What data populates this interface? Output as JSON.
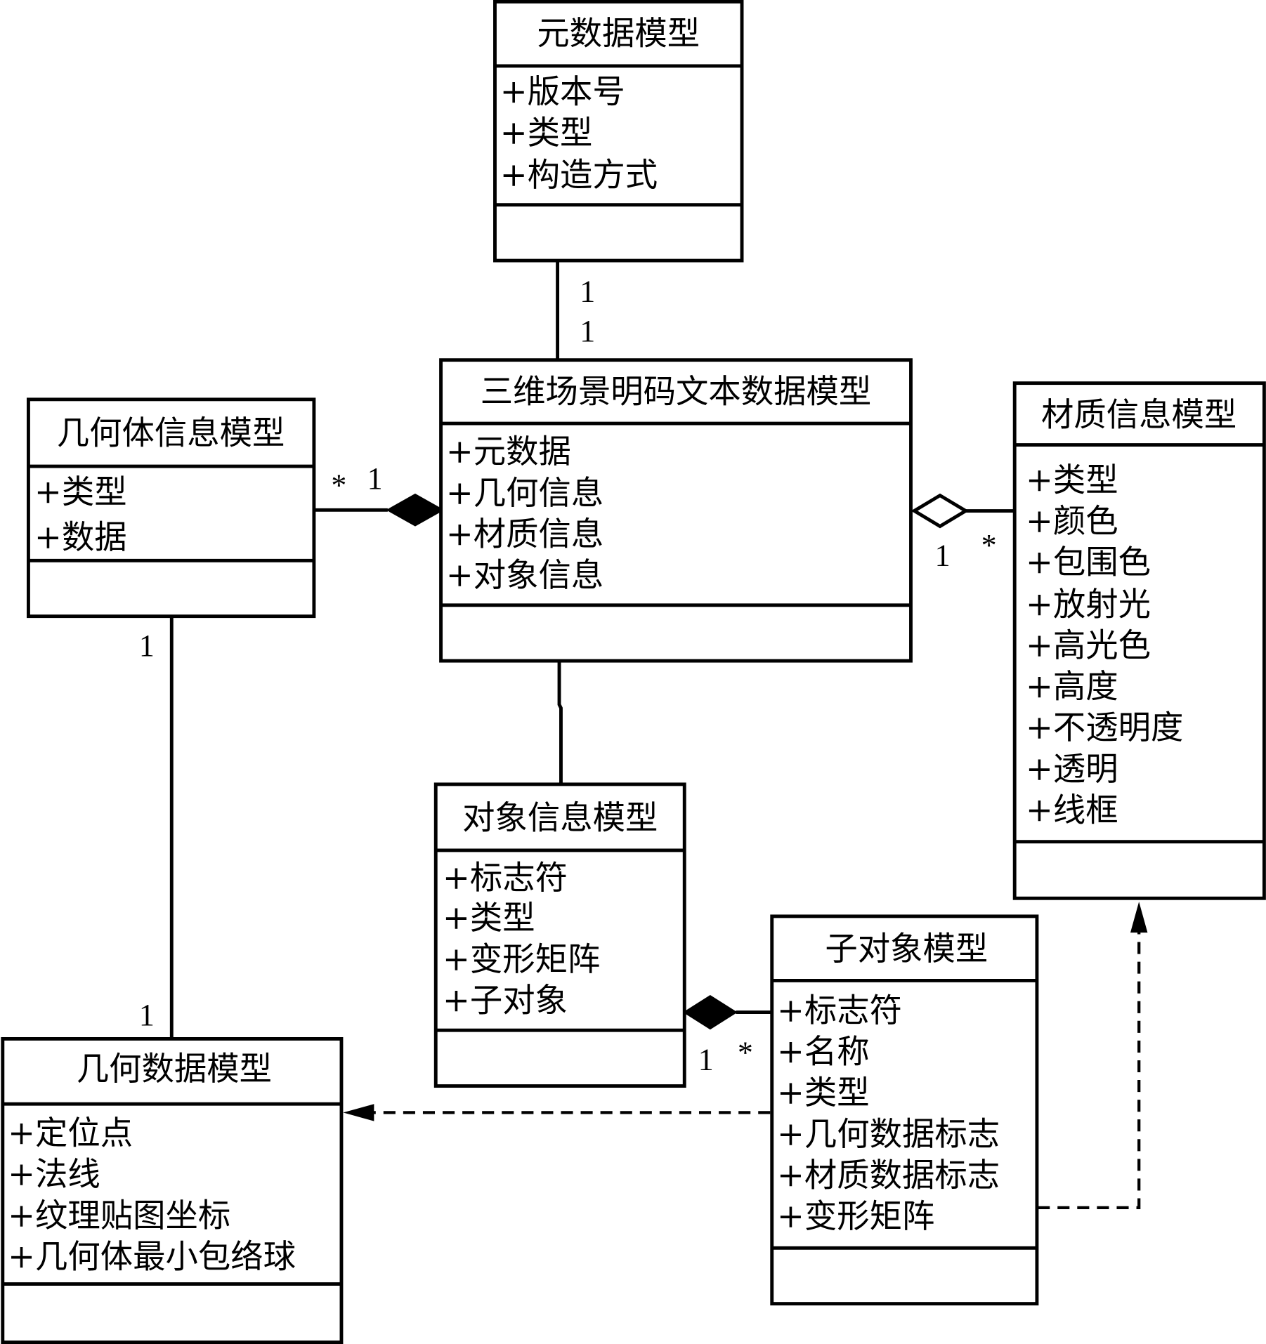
{
  "diagram": {
    "type": "UML class diagram",
    "classes": {
      "metadata": {
        "title": "元数据模型",
        "attrs": [
          "+版本号",
          "+类型",
          "+构造方式"
        ]
      },
      "scene": {
        "title": "三维场景明码文本数据模型",
        "attrs": [
          "+元数据",
          "+几何信息",
          "+材质信息",
          "+对象信息"
        ]
      },
      "geometry_info": {
        "title": "几何体信息模型",
        "attrs": [
          "+类型",
          "+数据"
        ]
      },
      "material": {
        "title": "材质信息模型",
        "attrs": [
          "+类型",
          "+颜色",
          "+包围色",
          "+放射光",
          "+高光色",
          "+高度",
          "+不透明度",
          "+透明",
          "+线框"
        ]
      },
      "object_info": {
        "title": "对象信息模型",
        "attrs": [
          "+标志符",
          "+类型",
          "+变形矩阵",
          "+子对象"
        ]
      },
      "sub_object": {
        "title": "子对象模型",
        "attrs": [
          "+标志符",
          "+名称",
          "+类型",
          "+几何数据标志",
          "+材质数据标志",
          "+变形矩阵"
        ]
      },
      "geometry_data": {
        "title": "几何数据模型",
        "attrs": [
          "+定位点",
          "+法线",
          "+纹理贴图坐标",
          "+几何体最小包络球"
        ]
      }
    },
    "relations": {
      "metadata_scene": {
        "type": "association",
        "mult_a": "1",
        "mult_b": "1"
      },
      "geometry_scene": {
        "type": "composition",
        "mult_a": "*",
        "mult_b": "1"
      },
      "scene_material": {
        "type": "aggregation",
        "mult_a": "1",
        "mult_b": "*"
      },
      "scene_object": {
        "type": "association"
      },
      "object_sub": {
        "type": "composition",
        "mult_a": "1",
        "mult_b": "*"
      },
      "geominfo_geomdata": {
        "type": "association",
        "mult_a": "1",
        "mult_b": "1"
      },
      "sub_geomdata": {
        "type": "dependency"
      },
      "sub_material": {
        "type": "dependency"
      }
    }
  }
}
